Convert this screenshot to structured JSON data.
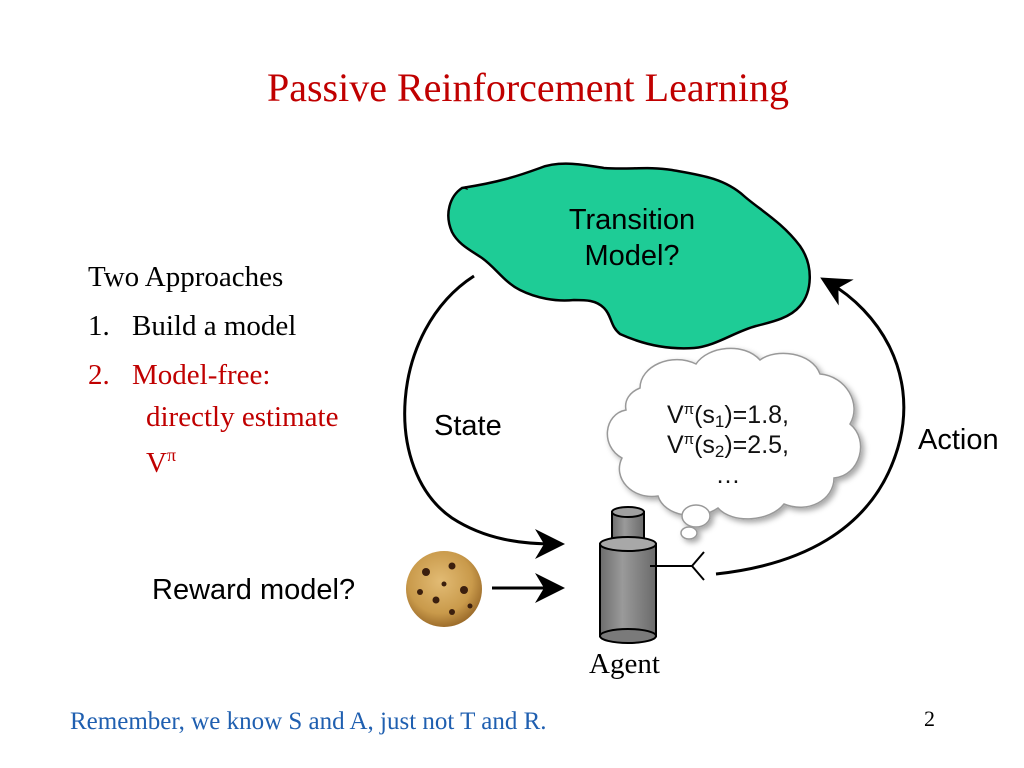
{
  "slide": {
    "title": "Passive Reinforcement Learning",
    "page_number": "2"
  },
  "approaches": {
    "heading": "Two Approaches",
    "items": [
      {
        "number": "1.",
        "text": "Build a model"
      },
      {
        "number": "2.",
        "text_lines": [
          "Model-free:",
          "directly estimate",
          "V"
        ],
        "symbol": "π"
      }
    ]
  },
  "diagram": {
    "transition_model": {
      "lines": [
        "Transition",
        "Model?"
      ],
      "fill": "#1ecc96"
    },
    "state_label": "State",
    "action_label": "Action",
    "reward_label": "Reward model?",
    "agent_label": "Agent",
    "thought_bubble": {
      "line1": {
        "base": "V",
        "sup": "π",
        "open": "(s",
        "sub": "1",
        "rest": ")=1.8,"
      },
      "line2": {
        "base": "V",
        "sup": "π",
        "open": "(s",
        "sub": "2",
        "rest": ")=2.5,"
      },
      "line3": "…"
    }
  },
  "footer": "Remember, we know S and A, just not T and R.",
  "colors": {
    "title_red": "#c00000",
    "footer_blue": "#1f5fb0",
    "blob_green": "#1ecc96",
    "agent_gray": "#8a8a8a",
    "cookie_tan": "#c99a4b"
  }
}
